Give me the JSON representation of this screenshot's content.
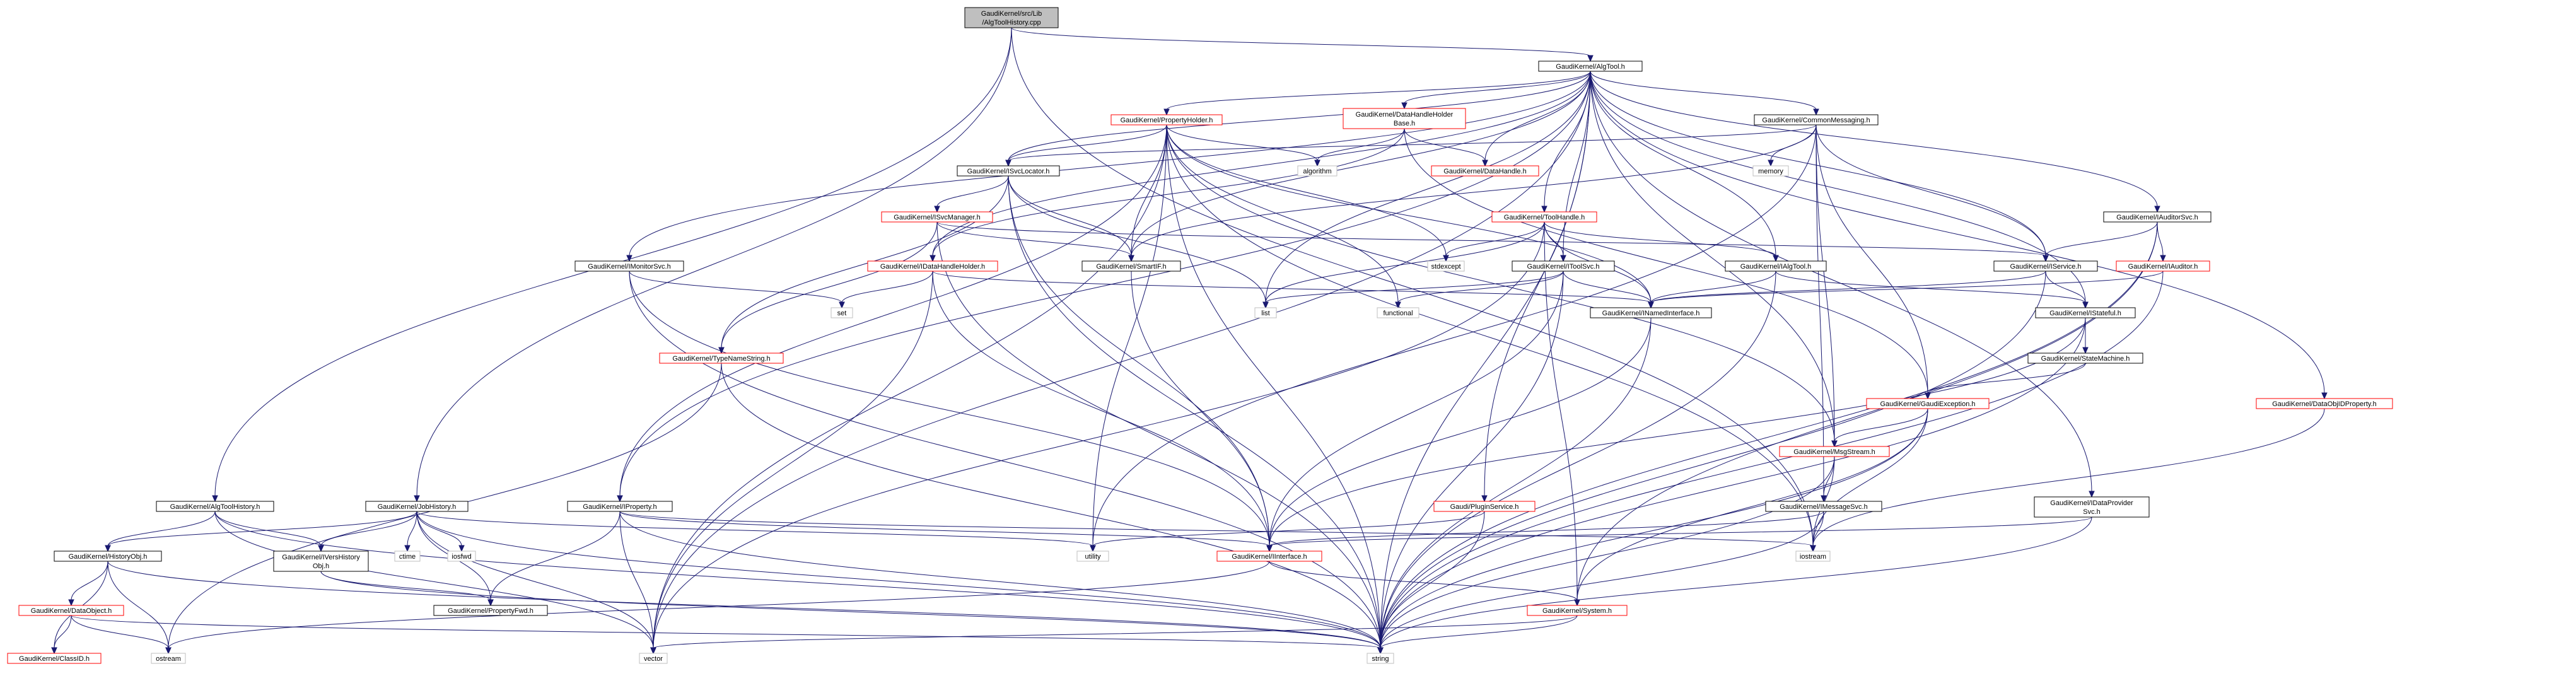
{
  "colors": {
    "edge": "#191970",
    "root_fill": "#bfbfbf",
    "node_fill": "#ffffff",
    "border_black": "#000000",
    "border_red": "#ff0000",
    "border_grey": "#bfbfbf"
  },
  "nodes": {
    "root": {
      "lines": [
        "GaudiKernel/src/Lib",
        "/AlgToolHistory.cpp"
      ],
      "kind": "root"
    },
    "algtool_h": {
      "lines": [
        "GaudiKernel/AlgTool.h"
      ],
      "kind": "black"
    },
    "algtoolhist_h": {
      "lines": [
        "GaudiKernel/AlgToolHistory.h"
      ],
      "kind": "black"
    },
    "jobhistory_h": {
      "lines": [
        "GaudiKernel/JobHistory.h"
      ],
      "kind": "black"
    },
    "propertyholder_h": {
      "lines": [
        "GaudiKernel/PropertyHolder.h"
      ],
      "kind": "red"
    },
    "datahandleholderbase_h": {
      "lines": [
        "GaudiKernel/DataHandleHolder",
        "Base.h"
      ],
      "kind": "red"
    },
    "commonmessaging_h": {
      "lines": [
        "GaudiKernel/CommonMessaging.h"
      ],
      "kind": "black"
    },
    "isvclocator_h": {
      "lines": [
        "GaudiKernel/ISvcLocator.h"
      ],
      "kind": "black"
    },
    "algorithm": {
      "lines": [
        "algorithm"
      ],
      "kind": "grey"
    },
    "datahandle_h": {
      "lines": [
        "GaudiKernel/DataHandle.h"
      ],
      "kind": "red"
    },
    "memory": {
      "lines": [
        "memory"
      ],
      "kind": "grey"
    },
    "isvcmanager_h": {
      "lines": [
        "GaudiKernel/ISvcManager.h"
      ],
      "kind": "red"
    },
    "toolhandle_h": {
      "lines": [
        "GaudiKernel/ToolHandle.h"
      ],
      "kind": "red"
    },
    "iauditorsvc_h": {
      "lines": [
        "GaudiKernel/IAuditorSvc.h"
      ],
      "kind": "black"
    },
    "imonitorsvc_h": {
      "lines": [
        "GaudiKernel/IMonitorSvc.h"
      ],
      "kind": "black"
    },
    "idatahandleholder_h": {
      "lines": [
        "GaudiKernel/IDataHandleHolder.h"
      ],
      "kind": "red"
    },
    "smartif_h": {
      "lines": [
        "GaudiKernel/SmartIF.h"
      ],
      "kind": "black"
    },
    "stdexcept": {
      "lines": [
        "stdexcept"
      ],
      "kind": "grey"
    },
    "itoolsvc_h": {
      "lines": [
        "GaudiKernel/IToolSvc.h"
      ],
      "kind": "black"
    },
    "ialgtool_h": {
      "lines": [
        "GaudiKernel/IAlgTool.h"
      ],
      "kind": "black"
    },
    "iservice_h": {
      "lines": [
        "GaudiKernel/IService.h"
      ],
      "kind": "black"
    },
    "iauditor_h": {
      "lines": [
        "GaudiKernel/IAuditor.h"
      ],
      "kind": "red"
    },
    "set": {
      "lines": [
        "set"
      ],
      "kind": "grey"
    },
    "list": {
      "lines": [
        "list"
      ],
      "kind": "grey"
    },
    "functional": {
      "lines": [
        "functional"
      ],
      "kind": "grey"
    },
    "inamedinterface_h": {
      "lines": [
        "GaudiKernel/INamedInterface.h"
      ],
      "kind": "black"
    },
    "istateful_h": {
      "lines": [
        "GaudiKernel/IStateful.h"
      ],
      "kind": "black"
    },
    "typenamestring_h": {
      "lines": [
        "GaudiKernel/TypeNameString.h"
      ],
      "kind": "red"
    },
    "statemachine_h": {
      "lines": [
        "GaudiKernel/StateMachine.h"
      ],
      "kind": "black"
    },
    "gaudiexception_h": {
      "lines": [
        "GaudiKernel/GaudiException.h"
      ],
      "kind": "red"
    },
    "dataobjidproperty_h": {
      "lines": [
        "GaudiKernel/DataObjIDProperty.h"
      ],
      "kind": "red"
    },
    "msgstream_h": {
      "lines": [
        "GaudiKernel/MsgStream.h"
      ],
      "kind": "red"
    },
    "pluginservice_h": {
      "lines": [
        "Gaudi/PluginService.h"
      ],
      "kind": "red"
    },
    "iproperty_h": {
      "lines": [
        "GaudiKernel/IProperty.h"
      ],
      "kind": "black"
    },
    "ctime": {
      "lines": [
        "ctime"
      ],
      "kind": "grey"
    },
    "iosfwd": {
      "lines": [
        "iosfwd"
      ],
      "kind": "grey"
    },
    "imessagesvc_h": {
      "lines": [
        "GaudiKernel/IMessageSvc.h"
      ],
      "kind": "black"
    },
    "idataprovidersvc_h": {
      "lines": [
        "GaudiKernel/IDataProvider",
        "Svc.h"
      ],
      "kind": "black"
    },
    "historyobj_h": {
      "lines": [
        "GaudiKernel/HistoryObj.h"
      ],
      "kind": "black"
    },
    "iversionhistoryobj_h": {
      "lines": [
        "GaudiKernel/IVersHistory",
        "Obj.h"
      ],
      "kind": "black"
    },
    "utility": {
      "lines": [
        "utility"
      ],
      "kind": "grey"
    },
    "iinterface_h": {
      "lines": [
        "GaudiKernel/IInterface.h"
      ],
      "kind": "red"
    },
    "iostream": {
      "lines": [
        "iostream"
      ],
      "kind": "grey"
    },
    "propertyfwd_h": {
      "lines": [
        "GaudiKernel/PropertyFwd.h"
      ],
      "kind": "black"
    },
    "dataobject_h": {
      "lines": [
        "GaudiKernel/DataObject.h"
      ],
      "kind": "red"
    },
    "system_h": {
      "lines": [
        "GaudiKernel/System.h"
      ],
      "kind": "red"
    },
    "ostream": {
      "lines": [
        "ostream"
      ],
      "kind": "grey"
    },
    "vector": {
      "lines": [
        "vector"
      ],
      "kind": "grey"
    },
    "string": {
      "lines": [
        "string"
      ],
      "kind": "grey"
    },
    "classid_h": {
      "lines": [
        "GaudiKernel/ClassID.h"
      ],
      "kind": "red"
    }
  }
}
